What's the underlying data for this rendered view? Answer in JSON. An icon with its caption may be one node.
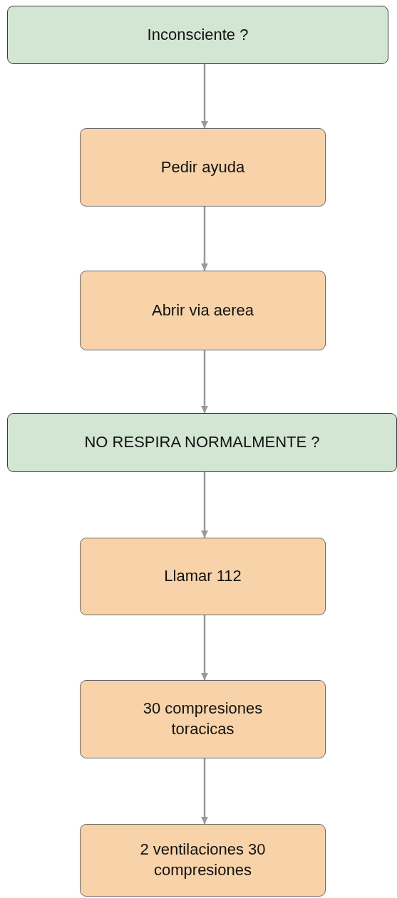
{
  "diagram": {
    "nodes": [
      {
        "text": [
          "Inconsciente ?"
        ]
      },
      {
        "text": [
          "Pedir ayuda"
        ]
      },
      {
        "text": [
          "Abrir via aerea"
        ]
      },
      {
        "text": [
          "NO RESPIRA NORMALMENTE ?"
        ]
      },
      {
        "text": [
          "Llamar 112"
        ]
      },
      {
        "text": [
          "30 compresiones toracicas"
        ]
      },
      {
        "text": [
          "2 ventilaciones 30 compresiones"
        ]
      }
    ],
    "edges": [
      {
        "from": 0,
        "to": 1,
        "arrow": "to"
      },
      {
        "from": 1,
        "to": 2,
        "arrow": "to"
      },
      {
        "from": 2,
        "to": 3,
        "arrow": "to"
      },
      {
        "from": 3,
        "to": 4,
        "arrow": "to"
      },
      {
        "from": 4,
        "to": 5,
        "arrow": "to"
      },
      {
        "from": 5,
        "to": 6,
        "arrow": "to"
      }
    ]
  }
}
